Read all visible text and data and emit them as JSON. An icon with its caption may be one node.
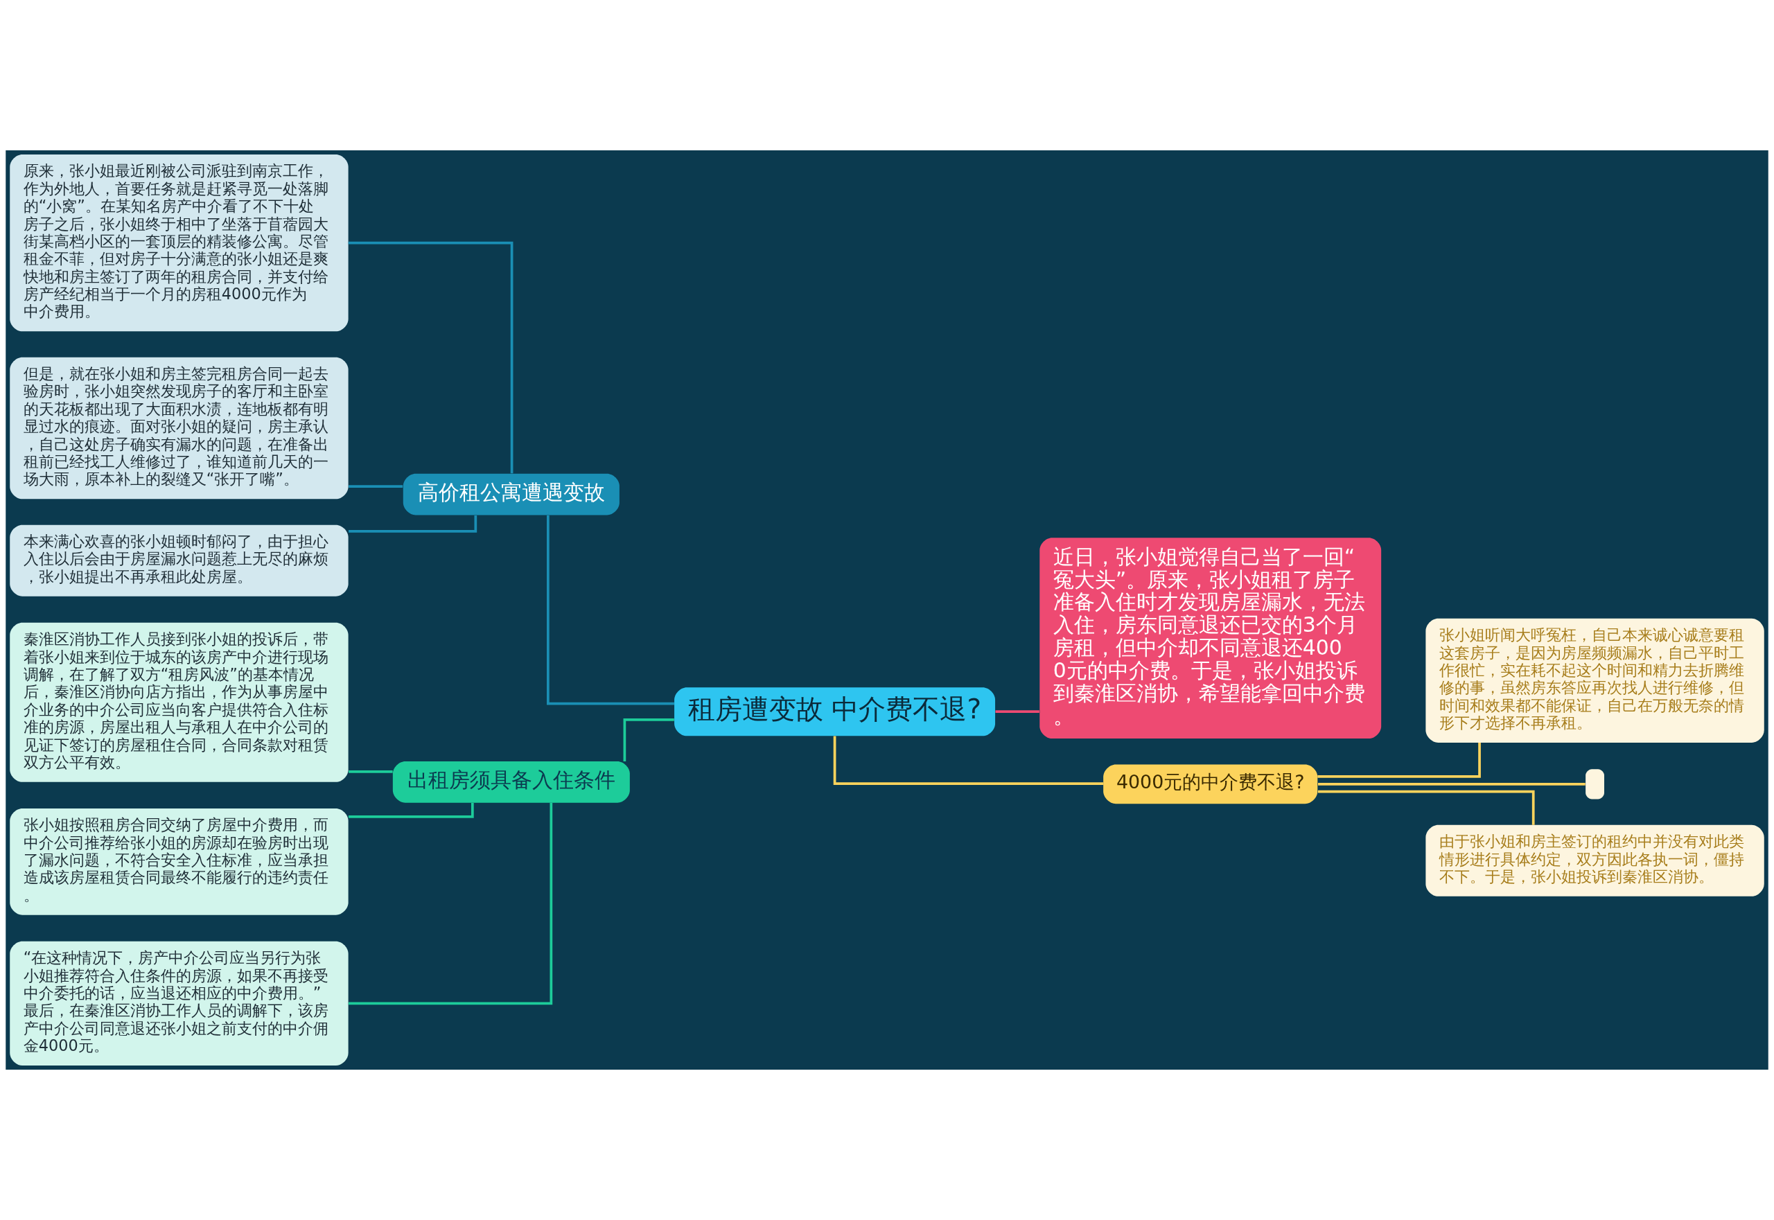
{
  "diagram": {
    "nodes": [
      {
        "text": [
          "租房遭变故 中介费不退?"
        ]
      },
      {
        "text": [
          "高价租公寓遭遇变故"
        ]
      },
      {
        "text": [
          "原来，张小姐最近刚被公司派驻到南京工作，作为外地人，首要任务就是赶紧寻觅一处落脚的“小窝”。在某知名房产中介看了不下十处房子之后，张小姐终于相中了坐落于苜蓿园大街某高档小区的一套顶层的精装修公寓。尽管租金不菲，但对房子十分满意的张小姐还是爽快地和房主签订了两年的租房合同，并支付给房产经纪相当于一个月的房租4000元作为中介费用。"
        ]
      },
      {
        "text": [
          "但是，就在张小姐和房主签完租房合同一起去验房时，张小姐突然发现房子的客厅和主卧室的天花板都出现了大面积水渍，连地板都有明显过水的痕迹。面对张小姐的疑问，房主承认，自己这处房子确实有漏水的问题，在准备出租前已经找工人维修过了，谁知道前几天的一场大雨，原本补上的裂缝又“张开了嘴”。"
        ]
      },
      {
        "text": [
          "本来满心欢喜的张小姐顿时郁闷了，由于担心入住以后会由于房屋漏水问题惹上无尽的麻烦，张小姐提出不再承租此处房屋。"
        ]
      },
      {
        "text": [
          "出租房须具备入住条件"
        ]
      },
      {
        "text": [
          "秦淮区消协工作人员接到张小姐的投诉后，带着张小姐来到位于城东的该房产中介进行现场调解，在了解了双方“租房风波”的基本情况后，秦淮区消协向店方指出，作为从事房屋中介业务的中介公司应当向客户提供符合入住标准的房源，房屋出租人与承租人在中介公司的见证下签订的房屋租住合同，合同条款对租赁双方公平有效。"
        ]
      },
      {
        "text": [
          "张小姐按照租房合同交纳了房屋中介费用，而中介公司推荐给张小姐的房源却在验房时出现了漏水问题，不符合安全入住标准，应当承担造成该房屋租赁合同最终不能履行的违约责任。"
        ]
      },
      {
        "text": [
          "“在这种情况下，房产中介公司应当另行为张小姐推荐符合入住条件的房源，如果不再接受中介委托的话，应当退还相应的中介费用。”最后，在秦淮区消协工作人员的调解下，该房产中介公司同意退还张小姐之前支付的中介佣金4000元。"
        ]
      },
      {
        "text": [
          "近日，张小姐觉得自己当了一回“冤大头”。原来，张小姐租了房子准备入住时才发现房屋漏水，无法入住，房东同意退还已交的3个月房租，但中介却不同意退还4000元的中介费。于是，张小姐投诉到秦淮区消协，希望能拿回中介费。"
        ]
      },
      {
        "text": [
          "4000元的中介费不退?"
        ]
      },
      {
        "text": [
          "张小姐听闻大呼冤枉，自己本来诚心诚意要租这套房子，是因为房屋频频漏水，自己平时工作很忙，实在耗不起这个时间和精力去折腾维修的事，虽然房东答应再次找人进行维修，但时间和效果都不能保证，自己在万般无奈的情形下才选择不再承租。"
        ]
      },
      {
        "text": [],
        "shape": "box"
      },
      {
        "text": [
          "由于张小姐和房主签订的租约中并没有对此类情形进行具体约定，双方因此各执一词，僵持不下。于是，张小姐投诉到秦淮区消协。"
        ]
      }
    ],
    "edges": [
      {
        "from": 0,
        "to": 1,
        "arrow": "none",
        "color": "#1a8fb5"
      },
      {
        "from": 1,
        "to": 2,
        "arrow": "none",
        "color": "#1a8fb5"
      },
      {
        "from": 1,
        "to": 3,
        "arrow": "none",
        "color": "#1a8fb5"
      },
      {
        "from": 1,
        "to": 4,
        "arrow": "none",
        "color": "#1a8fb5"
      },
      {
        "from": 0,
        "to": 5,
        "arrow": "none",
        "color": "#1dcc9a"
      },
      {
        "from": 5,
        "to": 6,
        "arrow": "none",
        "color": "#1dcc9a"
      },
      {
        "from": 5,
        "to": 7,
        "arrow": "none",
        "color": "#1dcc9a"
      },
      {
        "from": 5,
        "to": 8,
        "arrow": "none",
        "color": "#1dcc9a"
      },
      {
        "from": 0,
        "to": 9,
        "arrow": "none",
        "color": "#ee4a72"
      },
      {
        "from": 0,
        "to": 10,
        "arrow": "none",
        "color": "#fcd35c"
      },
      {
        "from": 10,
        "to": 11,
        "arrow": "none",
        "color": "#fcd35c"
      },
      {
        "from": 10,
        "to": 12,
        "arrow": "none",
        "color": "#fcd35c"
      },
      {
        "from": 10,
        "to": 13,
        "arrow": "none",
        "color": "#fcd35c"
      }
    ]
  }
}
